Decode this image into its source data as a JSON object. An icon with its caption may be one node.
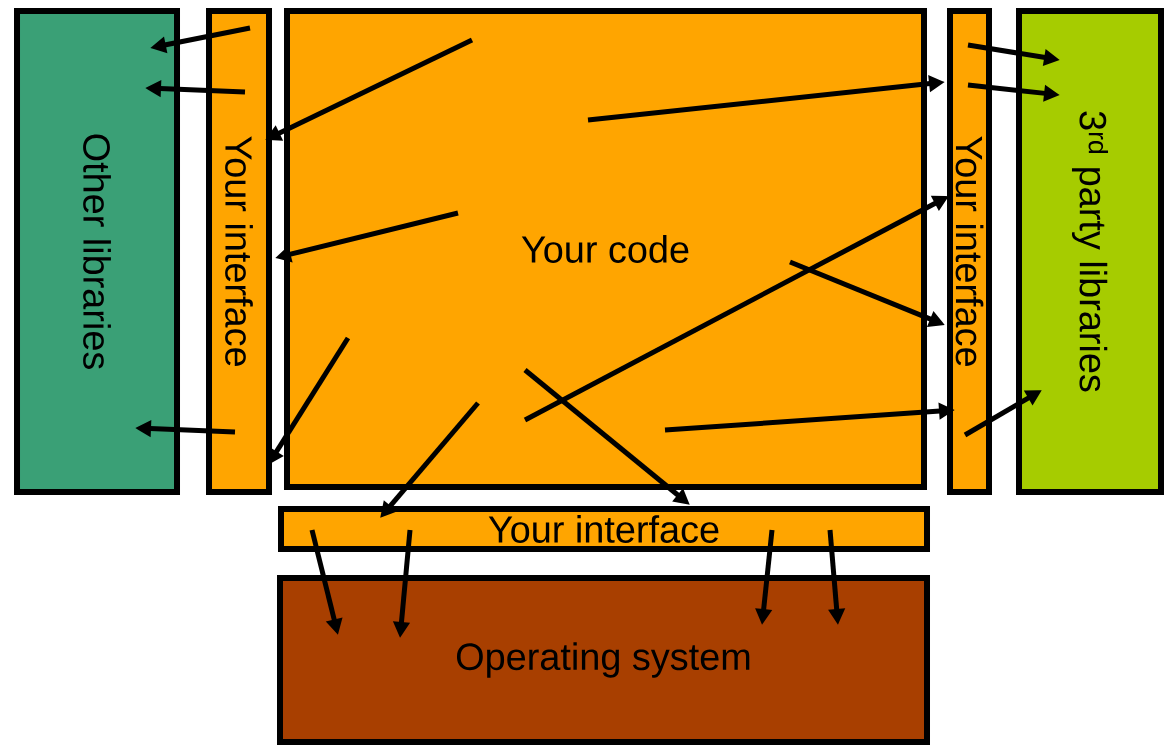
{
  "diagram": {
    "nodes": [
      {
        "text": [
          "Other libraries"
        ]
      },
      {
        "text": [
          "Your interface"
        ]
      },
      {
        "text": [
          "Your code"
        ]
      },
      {
        "text": [
          "Your interface"
        ]
      },
      {
        "text": [
          "3$^{rd}$ party libraries"
        ]
      },
      {
        "text": [
          "Your interface"
        ]
      },
      {
        "text": [
          "Operating system"
        ]
      }
    ],
    "edges": [
      {
        "from": 1,
        "to": 0,
        "arrow": "to"
      },
      {
        "from": 1,
        "to": 0,
        "arrow": "to"
      },
      {
        "from": 1,
        "to": 0,
        "arrow": "to"
      },
      {
        "from": 2,
        "to": 1,
        "arrow": "to"
      },
      {
        "from": 2,
        "to": 1,
        "arrow": "to"
      },
      {
        "from": 2,
        "to": 1,
        "arrow": "to"
      },
      {
        "from": 2,
        "to": 5,
        "arrow": "to"
      },
      {
        "from": 2,
        "to": 5,
        "arrow": "to"
      },
      {
        "from": 2,
        "to": 3,
        "arrow": "to"
      },
      {
        "from": 2,
        "to": 3,
        "arrow": "to"
      },
      {
        "from": 2,
        "to": 3,
        "arrow": "to"
      },
      {
        "from": 2,
        "to": 3,
        "arrow": "to"
      },
      {
        "from": 3,
        "to": 4,
        "arrow": "to"
      },
      {
        "from": 3,
        "to": 4,
        "arrow": "to"
      },
      {
        "from": 3,
        "to": 4,
        "arrow": "to"
      },
      {
        "from": 5,
        "to": 6,
        "arrow": "to"
      },
      {
        "from": 5,
        "to": 6,
        "arrow": "to"
      },
      {
        "from": 5,
        "to": 6,
        "arrow": "to"
      },
      {
        "from": 5,
        "to": 6,
        "arrow": "to"
      }
    ]
  }
}
